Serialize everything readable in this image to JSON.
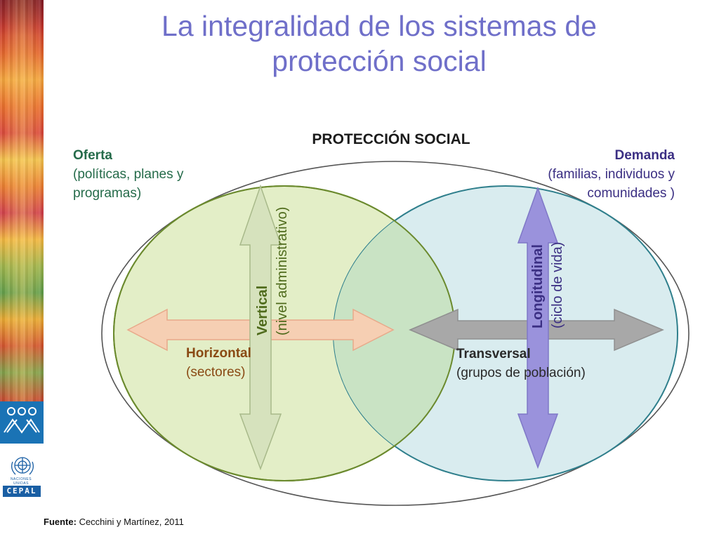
{
  "title": {
    "line1": "La integralidad de los sistemas de",
    "line2": "protección social"
  },
  "diagram": {
    "heading": "PROTECCIÓN SOCIAL",
    "oferta": {
      "bold": "Oferta",
      "line1": "(políticas, planes y",
      "line2": "programas)"
    },
    "demanda": {
      "bold": "Demanda",
      "line1": "(familias, individuos y",
      "line2": "comunidades )"
    },
    "vertical": {
      "bold": "Vertical",
      "sub": "(nivel administrativo)"
    },
    "longitudinal": {
      "bold": "Longitudinal",
      "sub": "(ciclo de vida)"
    },
    "horizontal": {
      "bold": "Horizontal",
      "sub": "(sectores)"
    },
    "transversal": {
      "bold": "Transversal",
      "sub": "(grupos de población)"
    }
  },
  "source": {
    "bold": "Fuente:",
    "text": " Cecchini y Martínez, 2011"
  },
  "sidebar": {
    "org_short": "CEPAL",
    "un_label": "NACIONES UNIDAS"
  },
  "colors": {
    "title": "#6f6fc9",
    "green_circle_fill": "#e3eec7",
    "green_circle_stroke": "#6b8a2e",
    "blue_circle_fill": "#d9ecef",
    "blue_circle_stroke": "#2f7f8c",
    "overlap_fill": "#c9e3c4",
    "horizontal_arrow": "#f6cfb3",
    "vertical_arrow": "#d6e2bd",
    "transversal_arrow": "#a8a8a8",
    "longitudinal_arrow": "#9a92dc"
  }
}
